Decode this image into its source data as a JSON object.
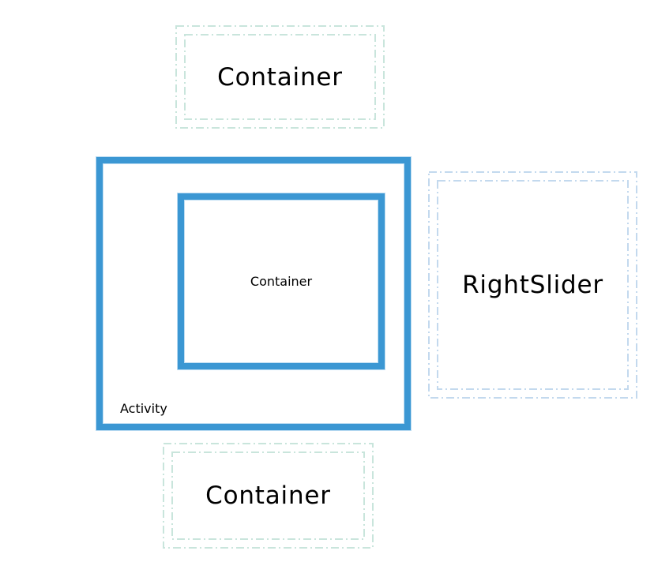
{
  "boxes": {
    "top_container": {
      "label": "Container",
      "border_style": "dash-dot",
      "border_color": "#c9e5dc"
    },
    "activity": {
      "label": "Activity",
      "border_style": "solid",
      "border_color": "#3b97d3"
    },
    "inner_container": {
      "label": "Container",
      "border_style": "solid",
      "border_color": "#3b97d3"
    },
    "right_slider": {
      "label": "RightSlider",
      "border_style": "dash-dot",
      "border_color": "#c3d9ee"
    },
    "bottom_container": {
      "label": "Container",
      "border_style": "dash-dot",
      "border_color": "#c9e5dc"
    }
  },
  "colors": {
    "solid-border": "#3b97d3",
    "solid-halo": "#bcdcf2",
    "dash-green": "#c9e5dc",
    "dash-blue": "#c3d9ee",
    "text": "#000000",
    "background": "#ffffff"
  }
}
